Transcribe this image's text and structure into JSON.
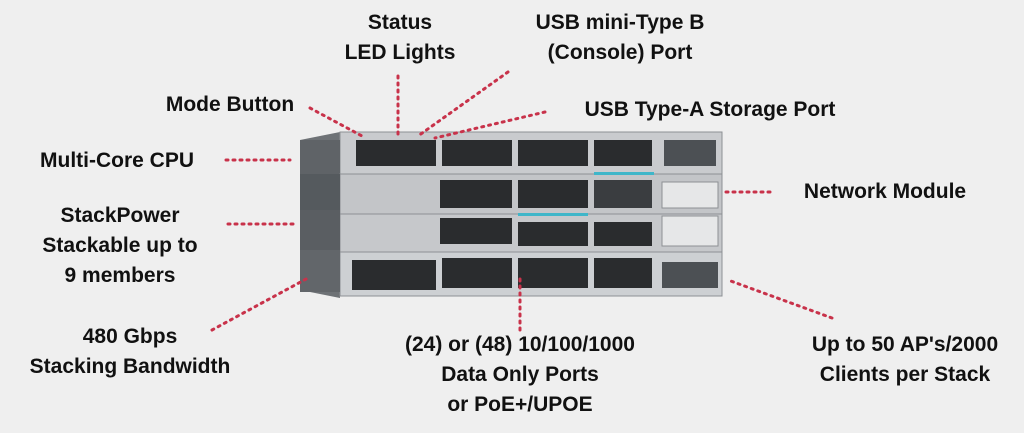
{
  "labels": {
    "status_led": [
      "Status",
      "LED Lights"
    ],
    "usb_mini": [
      "USB mini-Type B",
      "(Console) Port"
    ],
    "mode_button": [
      "Mode Button"
    ],
    "usb_storage": [
      "USB Type-A Storage Port"
    ],
    "multicore_cpu": [
      "Multi-Core CPU"
    ],
    "network_module": [
      "Network Module"
    ],
    "stackpower": [
      "StackPower",
      "Stackable up to",
      "9 members"
    ],
    "stacking_bw": [
      "480 Gbps",
      "Stacking Bandwidth"
    ],
    "data_ports": [
      "(24) or (48) 10/100/1000",
      "Data Only Ports",
      "or PoE+/UPOE"
    ],
    "clients": [
      "Up to 50 AP's/2000",
      "Clients per Stack"
    ]
  },
  "colors": {
    "background": "#efefef",
    "leader": "#c8324a",
    "chassis": "#c9cbce",
    "chassis_dark": "#6e7276",
    "port": "#2a2c2e",
    "accent_teal": "#3fb6c9"
  }
}
